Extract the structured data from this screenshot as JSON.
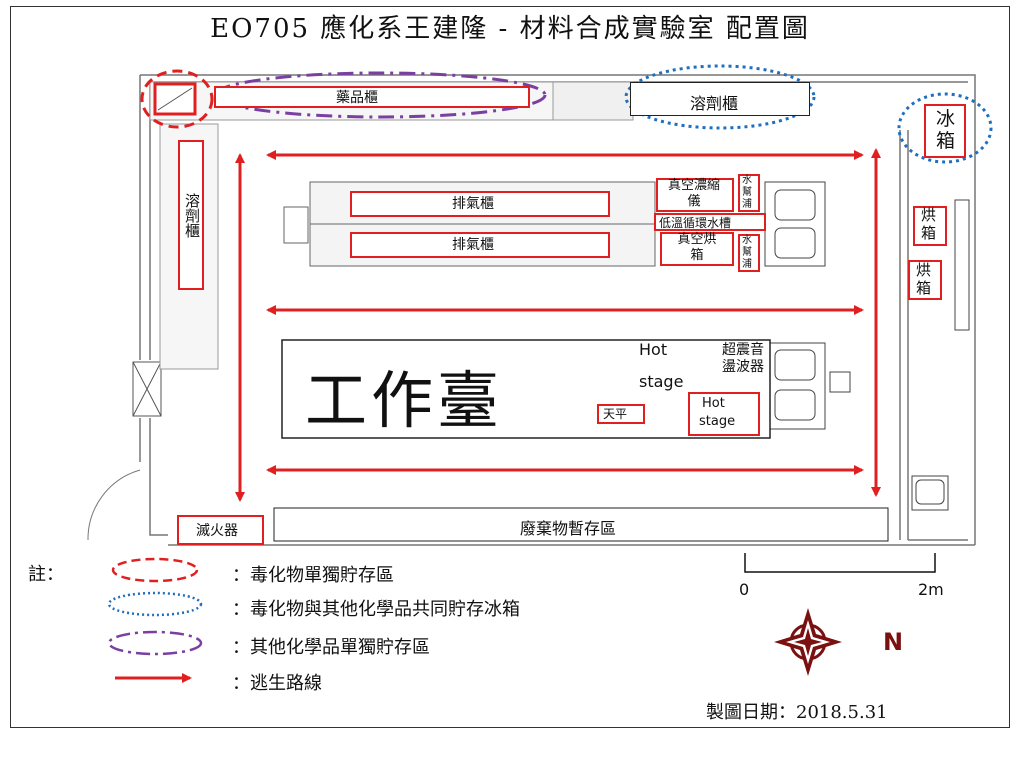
{
  "title": "EO705 應化系王建隆 - 材料合成實驗室  配置圖",
  "labels": {
    "chemical_cabinet": "藥品櫃",
    "solvent_cabinet_top": "溶劑櫃",
    "solvent_cabinet_left": "溶劑櫃",
    "fridge": "冰箱",
    "fume_hood_1": "排氣櫃",
    "fume_hood_2": "排氣櫃",
    "vacuum_concentrator": "真空濃縮儀",
    "chiller_circulator": "低溫循環水槽",
    "vacuum_oven": "真空烘箱",
    "aspirator_1": "水幫浦",
    "aspirator_2": "水幫浦",
    "oven_1": "烘箱",
    "oven_2": "烘箱",
    "workbench": "工作臺",
    "hot_stage_note": "Hot stage",
    "hot_stage_note_line1": "Hot",
    "hot_stage_note_line2": "stage",
    "ultrasonic": "超震音盪波器",
    "hot_stage_box_line1": "Hot",
    "hot_stage_box_line2": "stage",
    "balance": "天平",
    "extinguisher": "滅火器",
    "waste_area": "廢棄物暫存區"
  },
  "legend": {
    "heading": "註：",
    "items": [
      {
        "text": "：毒化物單獨貯存區",
        "style": "red-dashed",
        "color": "#e02020"
      },
      {
        "text": "：毒化物與其他化學品共同貯存冰箱",
        "style": "blue-dotted",
        "color": "#1f6fc0"
      },
      {
        "text": "：其他化學品單獨貯存區",
        "style": "purple-dashdot",
        "color": "#7a3fa0"
      },
      {
        "text": "：逃生路線",
        "style": "red-arrow",
        "color": "#e02020"
      }
    ]
  },
  "scale": {
    "start": "0",
    "end": "2m"
  },
  "compass": {
    "label": "N",
    "color": "#7a1010"
  },
  "date": "製圖日期：2018.5.31"
}
